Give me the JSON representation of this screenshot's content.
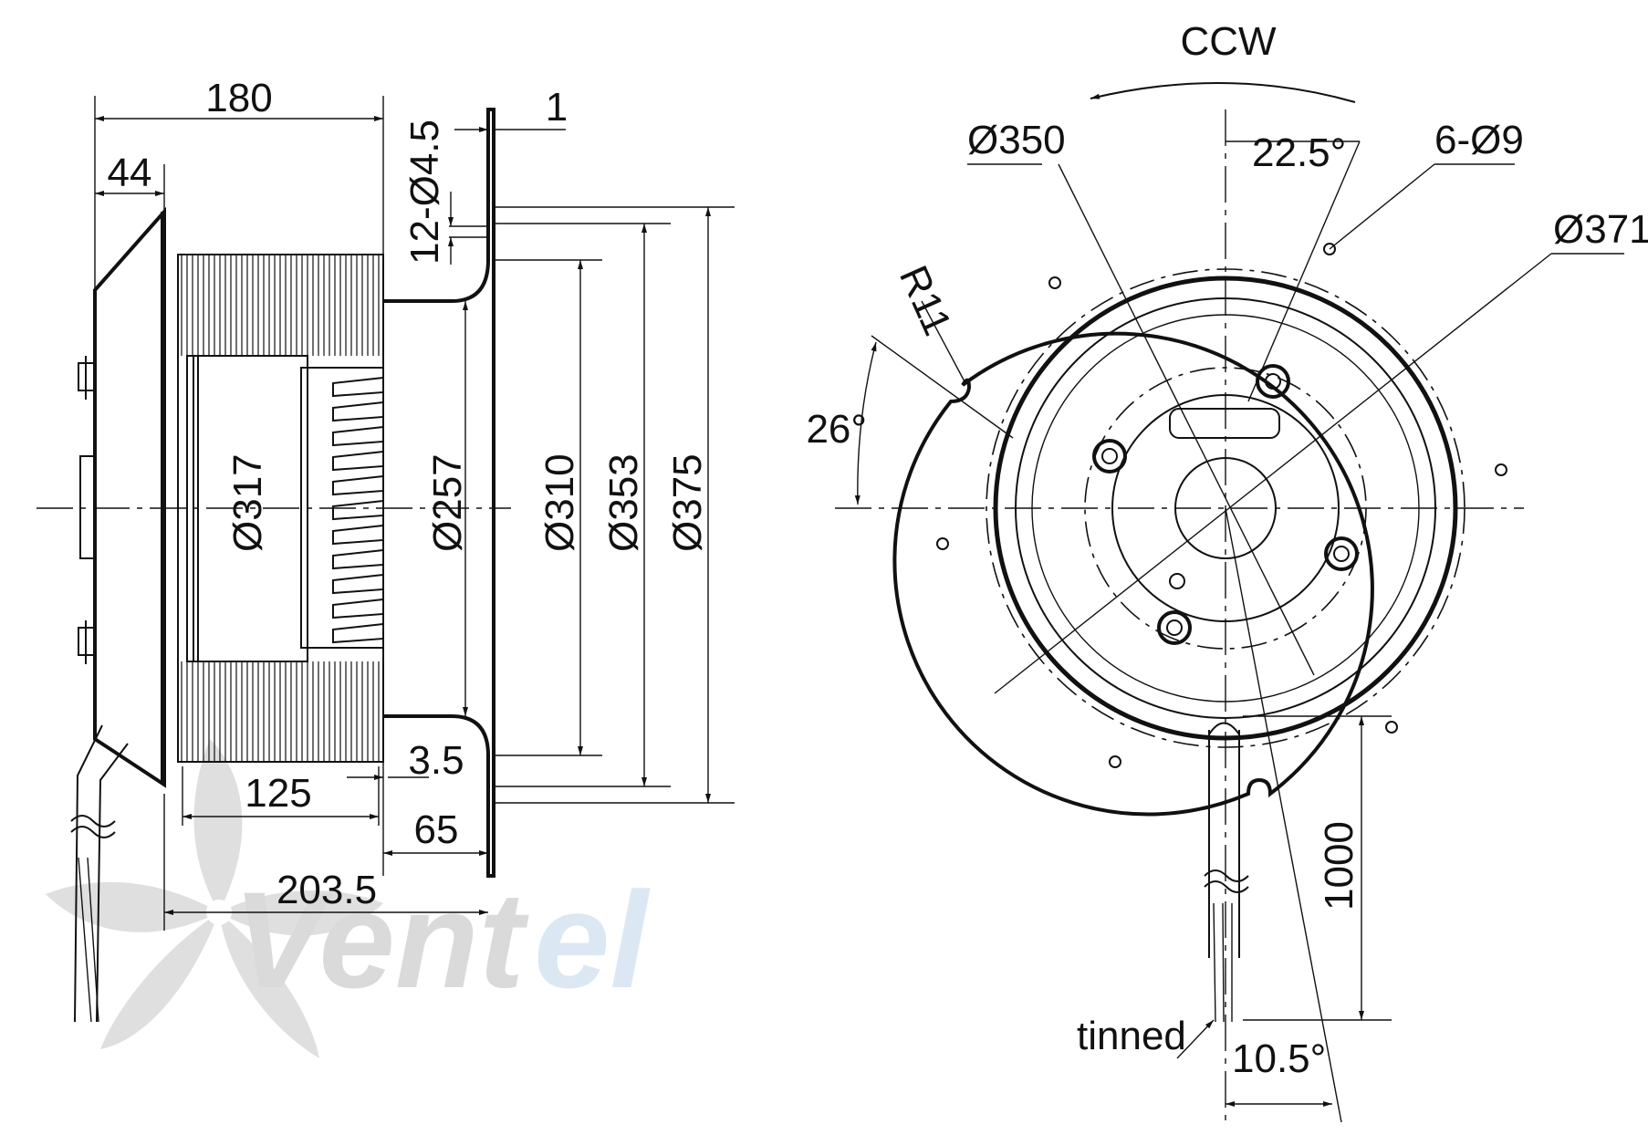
{
  "labels": {
    "side": {
      "d180": "180",
      "d44": "44",
      "d1": "1",
      "holes": "12-Ø4.5",
      "dia317": "Ø317",
      "dia257": "Ø257",
      "dia310": "Ø310",
      "dia353": "Ø353",
      "dia375": "Ø375",
      "d3_5": "3.5",
      "d125": "125",
      "d65": "65",
      "d203_5": "203.5"
    },
    "front": {
      "rotation": "CCW",
      "dia350": "Ø350",
      "angle22": "22.5°",
      "holes6": "6-Ø9",
      "dia371": "Ø371",
      "radius": "R11",
      "angle26": "26°",
      "cable_len": "1000",
      "wire_end": "tinned",
      "angle10": "10.5°"
    }
  },
  "logo": {
    "text_part1": "Vent",
    "text_part2": "el",
    "color_dark": "#d6d6d6",
    "color_accent": "#d8e6f2"
  }
}
